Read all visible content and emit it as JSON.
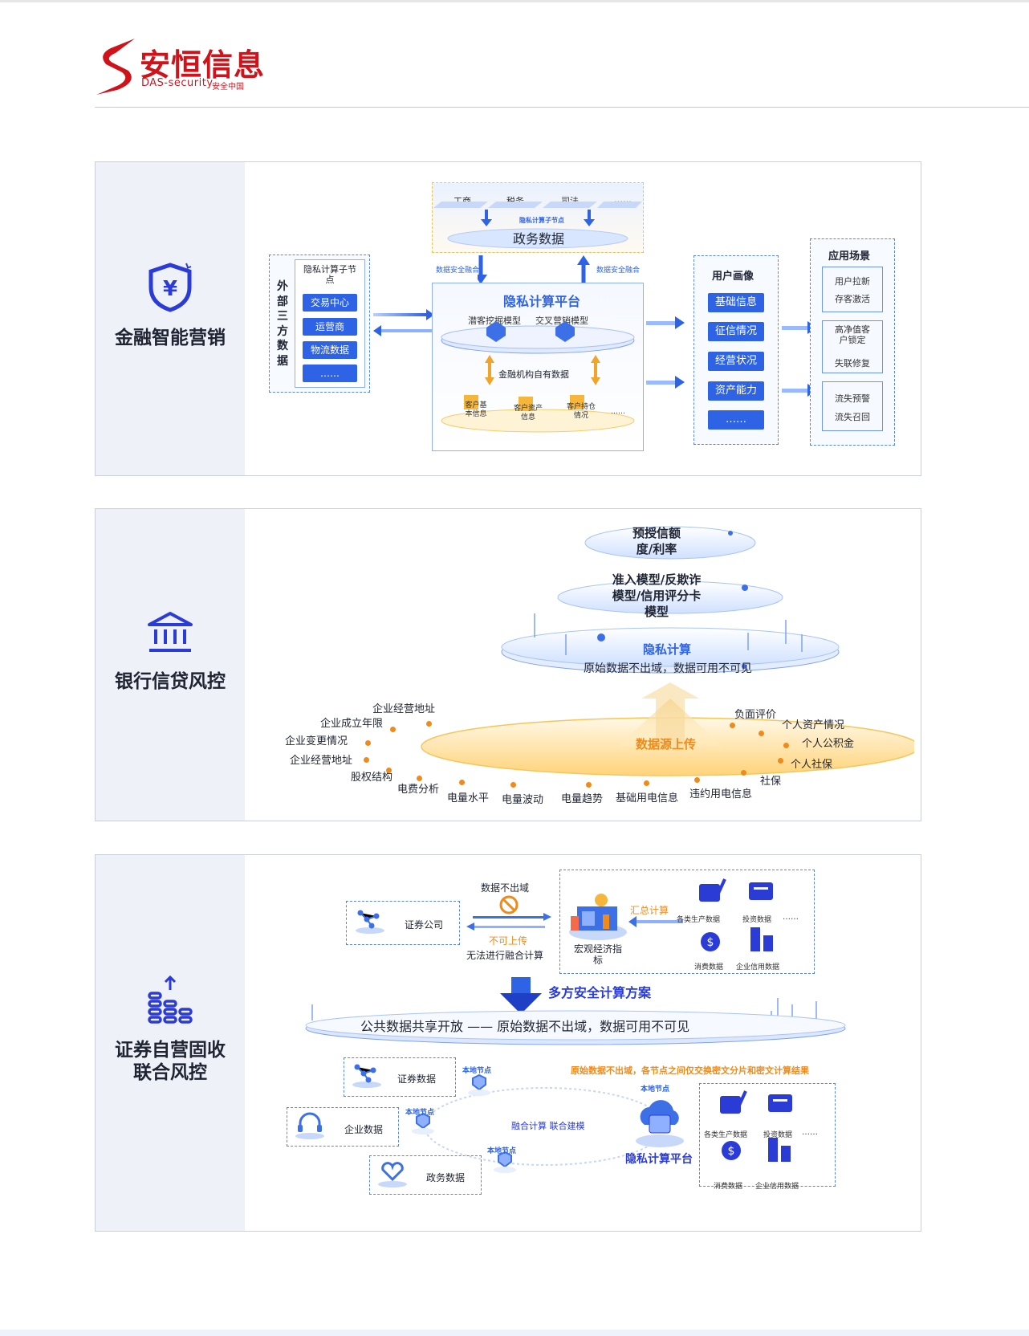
{
  "logo": {
    "cn": "安恒信息",
    "en": "DAS-security",
    "en2": "安全中国"
  },
  "colors": {
    "brand_red": "#d0121b",
    "accent_blue": "#2e63e6",
    "accent_orange": "#f08a1a",
    "side_bg": "#eef1f8"
  },
  "section1": {
    "title": "金融智能营销",
    "icon": "shield-yen-icon",
    "external_label": "外部三方数据",
    "privacy_node_label": "隐私计算子节点",
    "external_items": [
      "交易中心",
      "运营商",
      "物流数据",
      "……"
    ],
    "gov_items": [
      "工商",
      "税务",
      "司法",
      "……"
    ],
    "gov_node_label": "隐私计算子节点",
    "gov_data_label": "政务数据",
    "fusion_left": "数据安全融合",
    "fusion_right": "数据安全融合",
    "platform_title": "隐私计算平台",
    "models": [
      "潜客挖掘模型",
      "交叉营销模型",
      "……"
    ],
    "own_data_label": "金融机构自有数据",
    "own_items": [
      "客户基本信息",
      "客户资产信息",
      "客户持仓情况",
      "……"
    ],
    "portrait_title": "用户画像",
    "portrait_items": [
      "基础信息",
      "征信情况",
      "经营状况",
      "资产能力",
      "……"
    ],
    "scenes_title": "应用场景",
    "scenes": [
      [
        "用户拉新",
        "存客激活"
      ],
      [
        "高净值客户锁定",
        "失联修复"
      ],
      [
        "流失预警",
        "流失召回"
      ]
    ]
  },
  "section2": {
    "title": "银行信贷风控",
    "icon": "bank-icon",
    "layer1": "预授信额度/利率",
    "layer2": "准入模型/反欺诈模型/信用评分卡模型",
    "layer3_title": "隐私计算",
    "layer3_sub": "原始数据不出域，数据可用不可见",
    "upload_label": "数据源上传",
    "left_labels": [
      "企业经营地址",
      "企业成立年限",
      "企业变更情况",
      "企业经营地址",
      "股权结构",
      "电费分析",
      "电量水平",
      "电量波动"
    ],
    "right_labels": [
      "负面评价",
      "个人资产情况",
      "个人公积金",
      "个人社保",
      "社保",
      "违约用电信息",
      "基础用电信息",
      "电量趋势"
    ]
  },
  "section3": {
    "title_line1": "证券自营固收",
    "title_line2": "联合风控",
    "icon": "coins-stack-icon",
    "securities_company": "证券公司",
    "no_exit": "数据不出域",
    "no_upload": "不可上传",
    "no_fusion": "无法进行融合计算",
    "sum_calc": "汇总计算",
    "macro": "宏观经济指标",
    "data_types_top": [
      "各类生产数据",
      "投资数据",
      "……",
      "消费数据",
      "企业信用数据"
    ],
    "scheme": "多方安全计算方案",
    "banner": "公共数据共享开放 —— 原始数据不出域，数据可用不可见",
    "note": "原始数据不出域，各节点之间仅交换密文分片和密文计算结果",
    "left_sources": [
      "证券数据",
      "企业数据",
      "政务数据"
    ],
    "node_label": "本地节点",
    "center_label": "融合计算  联合建模",
    "platform": "隐私计算平台",
    "data_types_bottom": [
      "各类生产数据",
      "投资数据",
      "……",
      "消费数据",
      "企业信用数据"
    ]
  }
}
